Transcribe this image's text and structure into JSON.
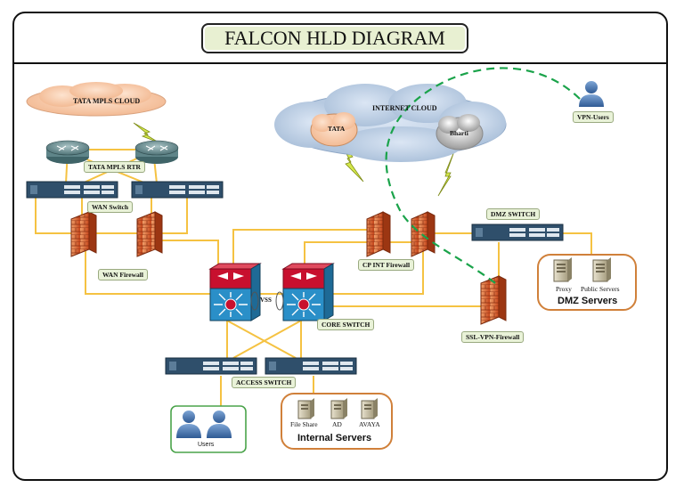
{
  "title": "FALCON HLD DIAGRAM",
  "clouds": {
    "mpls": "TATA MPLS CLOUD",
    "internet": "INTERNET CLOUD",
    "tata": "TATA",
    "bharti": "Bharti"
  },
  "labels": {
    "mpls_rtr": "TATA MPLS RTR",
    "wan_switch": "WAN Switch",
    "wan_firewall": "WAN Firewall",
    "cp_int_firewall": "CP INT Firewall",
    "dmz_switch": "DMZ SWITCH",
    "vss": "VSS",
    "core_switch": "CORE SWITCH",
    "ssl_vpn_firewall": "SSL-VPN-Firewall",
    "access_switch": "ACCESS SWITCH",
    "vpn_users": "VPN-Users"
  },
  "groups": {
    "dmz": {
      "title": "DMZ Servers",
      "items": [
        "Proxy",
        "Public Servers"
      ]
    },
    "internal": {
      "title": "Internal Servers",
      "items": [
        "File Share",
        "AD",
        "AVAYA"
      ]
    },
    "users": {
      "title": "Users"
    }
  },
  "colors": {
    "link": "#f5c242",
    "vpn_tunnel": "#1aa34a",
    "firewall": "#d9581e",
    "core_top": "#c8102e",
    "core_bottom": "#2a8fc8",
    "switch": "#2f4f6b",
    "dmz_border": "#d0803a",
    "users_border": "#4aa34a"
  }
}
